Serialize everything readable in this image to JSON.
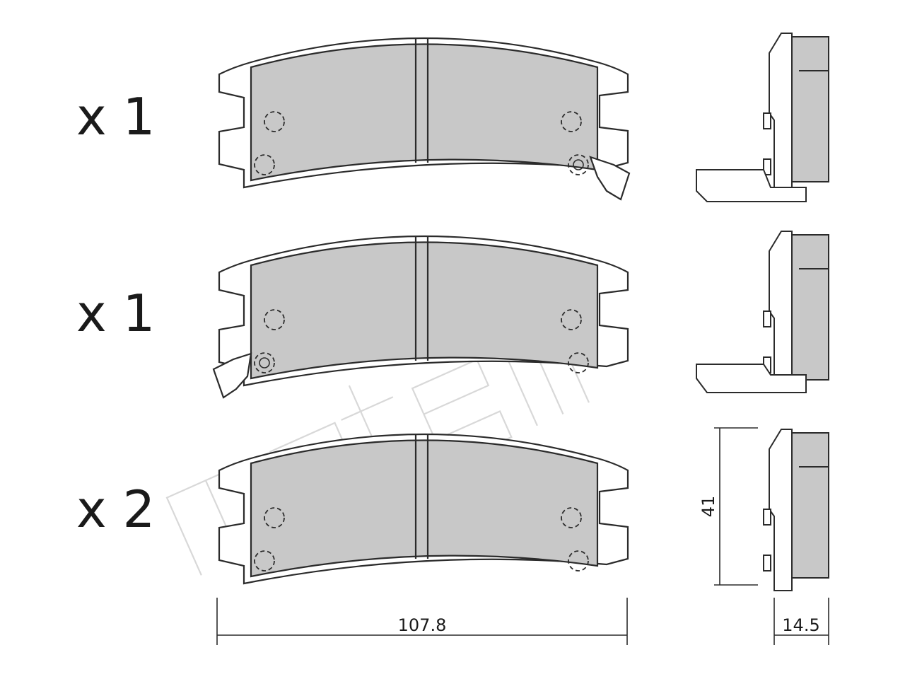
{
  "colors": {
    "friction": "#c8c8c8",
    "outline": "#2b2b2b",
    "background": "#ffffff",
    "watermark": "#d8d8d8"
  },
  "quantities": [
    {
      "label": "x 1"
    },
    {
      "label": "x 1"
    },
    {
      "label": "x 2"
    }
  ],
  "dimensions": {
    "width": "107.8",
    "height": "41",
    "thickness": "14.5"
  },
  "watermark": {
    "text": "metelli"
  }
}
